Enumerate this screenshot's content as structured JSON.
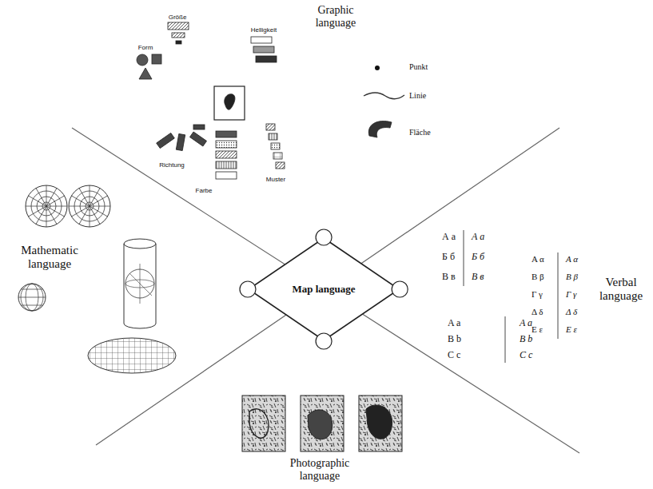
{
  "diagram": {
    "nodes": [
      {
        "text": [
          "Map language"
        ]
      }
    ],
    "labels": [
      "Graphic language",
      "Größe",
      "Form",
      "Helligkeit",
      "Richtung",
      "Farbe",
      "Muster",
      "Punkt",
      "Linie",
      "Fläche",
      "Mathematic language",
      "Verbal language",
      "А а",
      "Б б",
      "В в",
      "А а",
      "Б б",
      "В в",
      "A a",
      "B b",
      "C c",
      "A a",
      "B b",
      "C c",
      "Α α",
      "Β β",
      "Γ γ",
      "Δ δ",
      "Ε ε",
      "Α α",
      "Β β",
      "Γ γ",
      "Δ δ",
      "Ε ε",
      "Photographic language"
    ]
  }
}
